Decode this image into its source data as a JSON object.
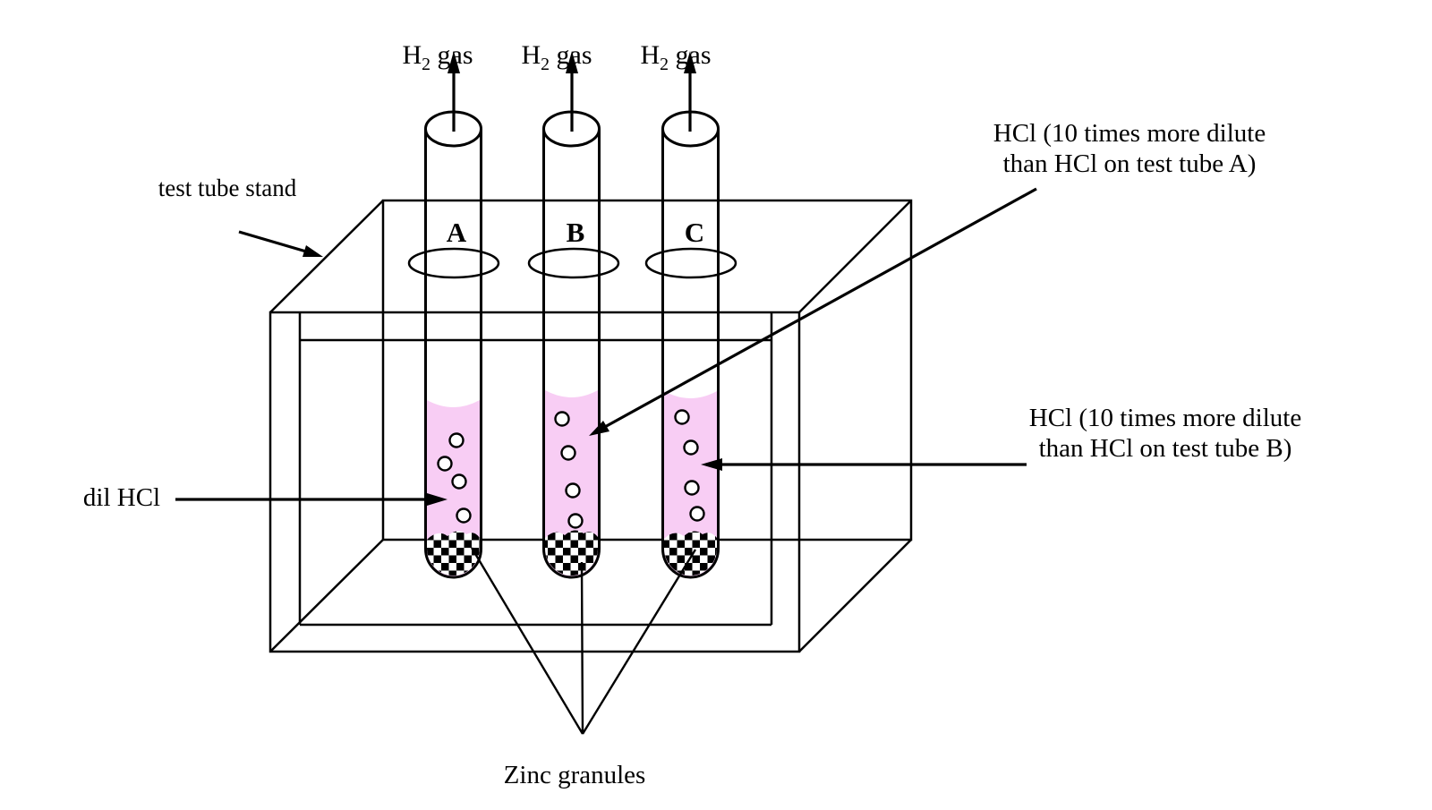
{
  "colors": {
    "ink": "#000000",
    "liquid": "#f8cdf4",
    "background": "#ffffff"
  },
  "labels": {
    "gas": {
      "element": "H",
      "subscript": "2",
      "suffix": " gas"
    },
    "stand": "test tube stand",
    "dil_hcl": "dil HCl",
    "hcl_a": {
      "line1": "HCl (10 times more dilute",
      "line2": "than HCl on test tube A)"
    },
    "hcl_b": {
      "line1": "HCl (10 times more dilute",
      "line2": "than HCl on test tube B)"
    },
    "zinc": "Zinc granules"
  },
  "tubes": [
    {
      "label": "A"
    },
    {
      "label": "B"
    },
    {
      "label": "C"
    }
  ]
}
